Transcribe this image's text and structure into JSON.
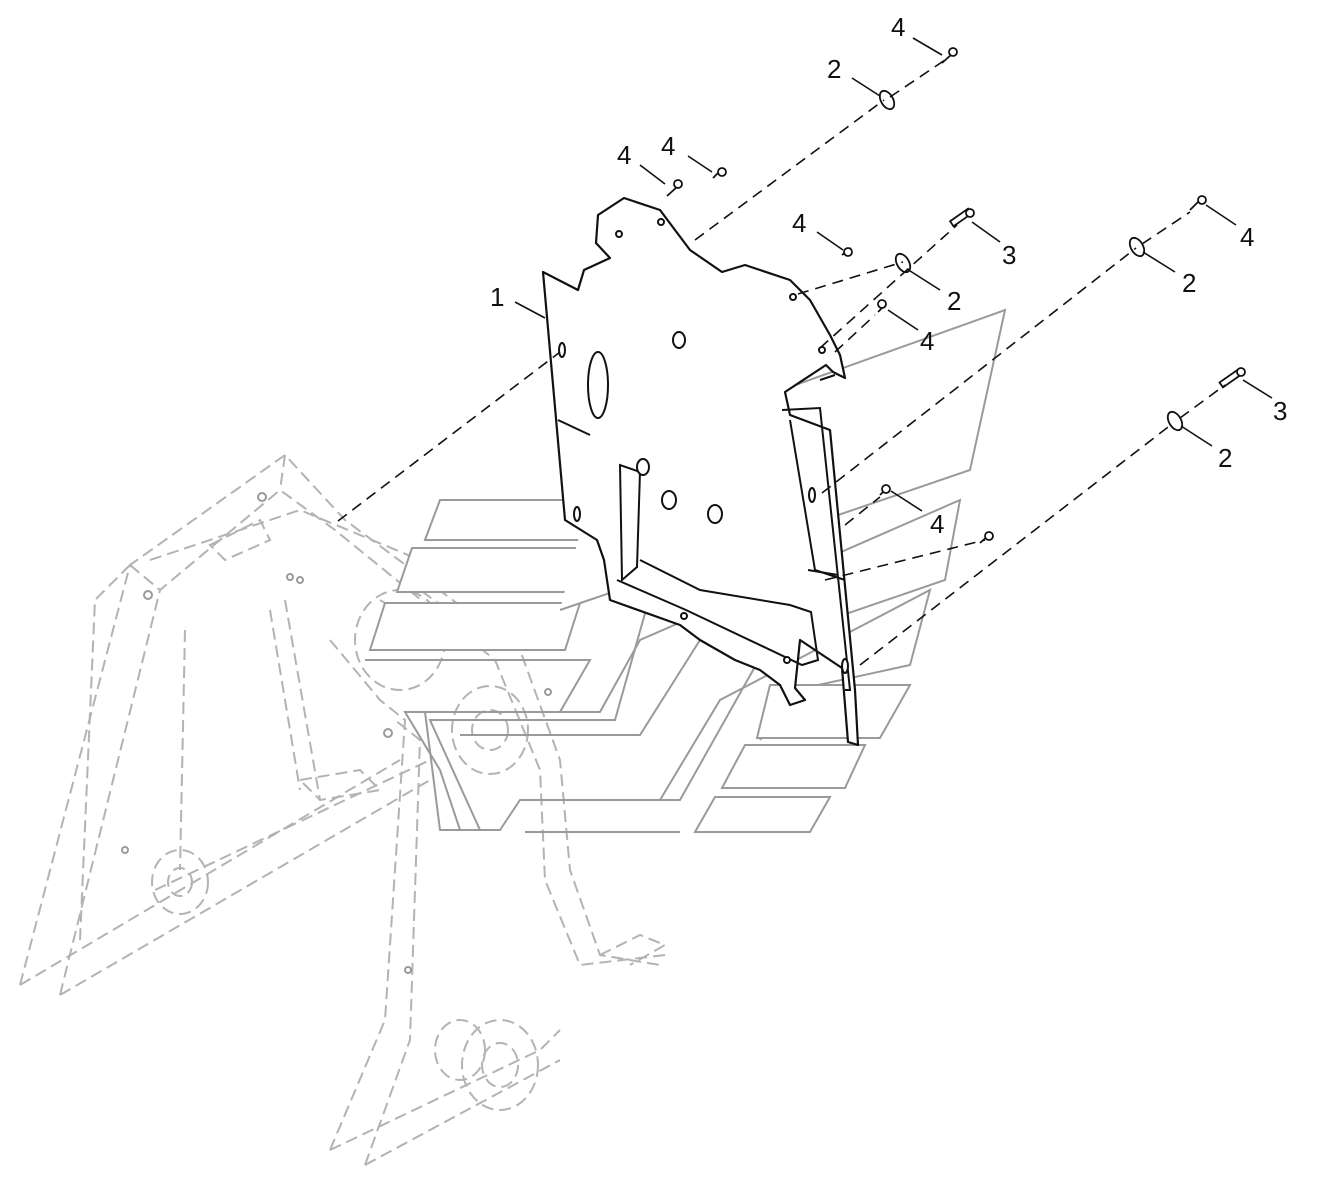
{
  "callouts": {
    "c1": "1",
    "c2a": "2",
    "c2b": "2",
    "c2c": "2",
    "c2d": "2",
    "c3a": "3",
    "c3b": "3",
    "c4a": "4",
    "c4b": "4",
    "c4c": "4",
    "c4d": "4",
    "c4e": "4",
    "c4f": "4",
    "c4g": "4"
  },
  "colors": {
    "line": "#111111",
    "ghost": "#b3b3b3",
    "background": "#ffffff"
  }
}
